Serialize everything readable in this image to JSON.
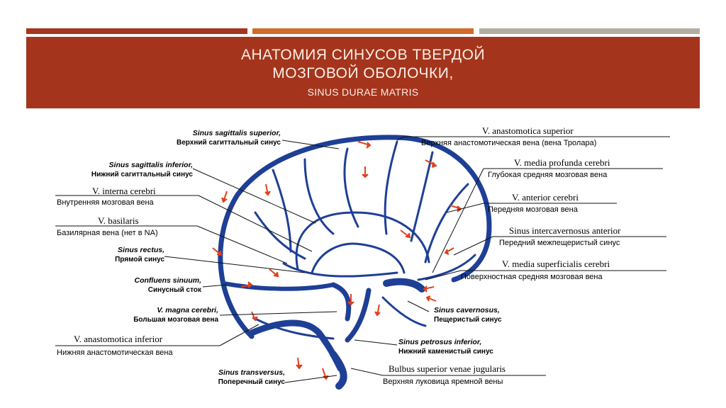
{
  "slide": {
    "title_line1": "АНАТОМИЯ СИНУСОВ ТВЕРДОЙ",
    "title_line2": "МОЗГОВОЙ ОБОЛОЧКИ,",
    "subtitle": "SINUS DURAE MATRIS",
    "colors": {
      "banner": "#a4351c",
      "stripe1": "#a8341d",
      "stripe2": "#d26a2a",
      "stripe3": "#b3aea2",
      "vessel": "#1e3f96",
      "arrow": "#e0411d"
    }
  },
  "labels": {
    "left": [
      {
        "latin": "Sinus sagittalis superior,",
        "russian": "Верхний сагиттальный синус"
      },
      {
        "latin": "Sinus sagittalis inferior,",
        "russian": "Нижний сагиттальный синус"
      },
      {
        "latin": "V. interna cerebri",
        "russian": "Внутренняя мозговая вена"
      },
      {
        "latin": "V. basilaris",
        "russian": "Базилярная вена (нет в NA)"
      },
      {
        "latin": "Sinus rectus,",
        "russian": "Прямой синус"
      },
      {
        "latin": "Confluens sinuum,",
        "russian": "Синусный сток"
      },
      {
        "latin": "V. magna cerebri,",
        "russian": "Большая мозговая вена"
      },
      {
        "latin": "V. anastomotica inferior",
        "russian": "Нижняя анастомотическая вена"
      },
      {
        "latin": "Sinus transversus,",
        "russian": "Поперечный синус"
      }
    ],
    "right": [
      {
        "latin": "V. anastomotica superior",
        "russian": "Верхняя анастомотическая вена (вена Тролара)"
      },
      {
        "latin": "V. media profunda cerebri",
        "russian": "Глубокая средняя мозговая вена"
      },
      {
        "latin": "V. anterior cerebri",
        "russian": "Передняя мозговая вена"
      },
      {
        "latin": "Sinus intercavernosus anterior",
        "russian": "Передний межпещеристый синус"
      },
      {
        "latin": "V. media superficialis cerebri",
        "russian": "Поверхностная средняя мозговая вена"
      },
      {
        "latin": "Sinus cavernosus,",
        "russian": "Пещеристый синус"
      },
      {
        "latin": "Sinus petrosus inferior,",
        "russian": "Нижний каменистый синус"
      },
      {
        "latin": "Bulbus superior venae jugularis",
        "russian": "Верхняя луковица яремной вены"
      }
    ]
  }
}
